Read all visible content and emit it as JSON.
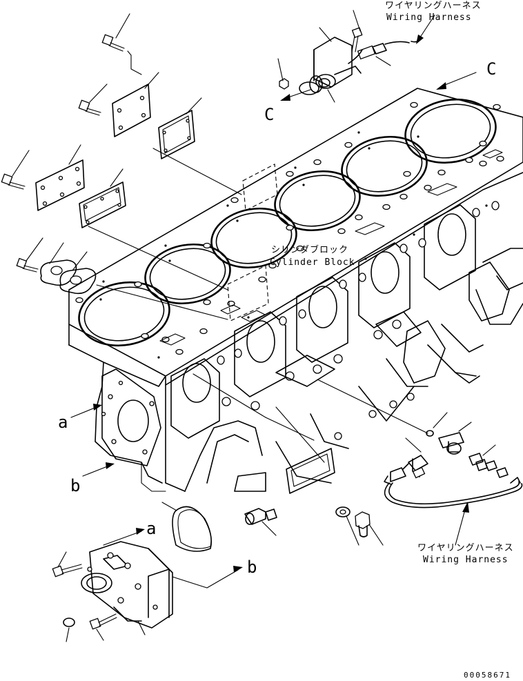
{
  "labels": {
    "wiring_harness_top_jp": "ワイヤリングハーネス",
    "wiring_harness_top_en": "Wiring Harness",
    "wiring_harness_bottom_jp": "ワイヤリングハーネス",
    "wiring_harness_bottom_en": "Wiring Harness",
    "cylinder_block_jp": "シリンダブロック",
    "cylinder_block_en": "Cylinder Block",
    "ref_c_left": "C",
    "ref_c_right": "C",
    "ref_a_left": "a",
    "ref_b_left": "b",
    "ref_a_bottom": "a",
    "ref_b_bottom": "b",
    "part_number": "00058671"
  }
}
